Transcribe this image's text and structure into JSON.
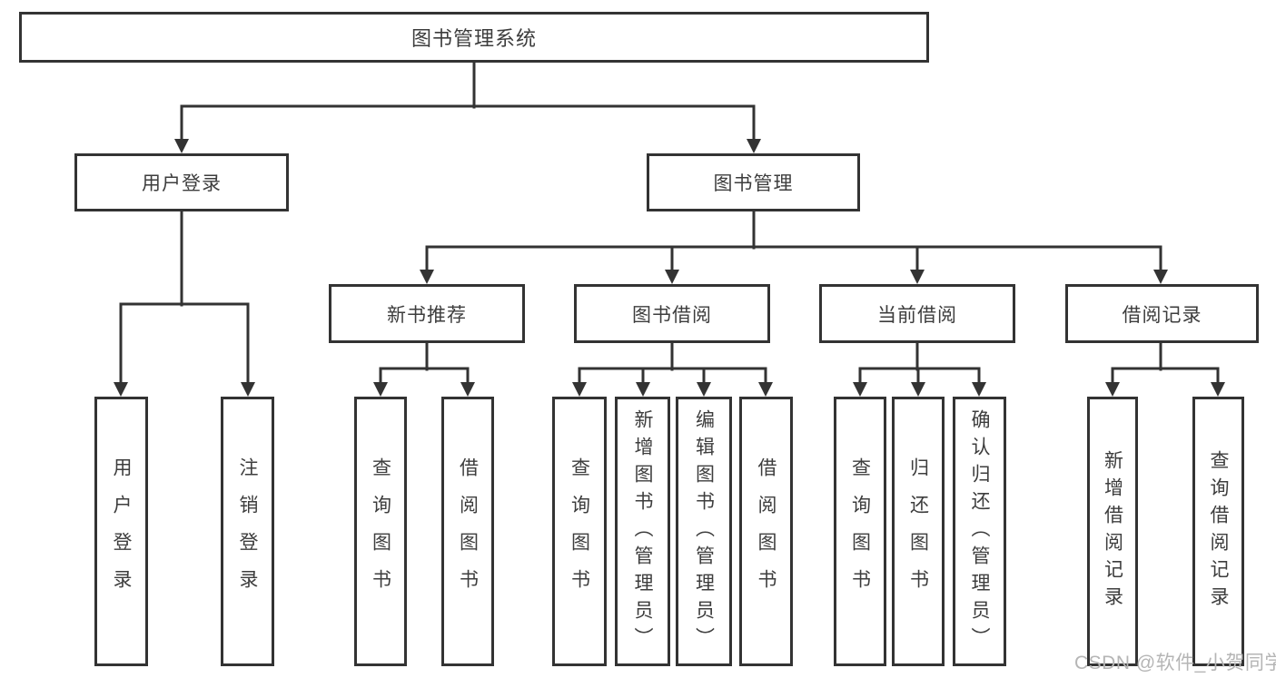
{
  "diagram": {
    "root": {
      "label": "图书管理系统"
    },
    "left_branch": {
      "label": "用户登录",
      "children": [
        {
          "label": "用户登录"
        },
        {
          "label": "注销登录"
        }
      ]
    },
    "right_branch": {
      "label": "图书管理",
      "groups": [
        {
          "label": "新书推荐",
          "children": [
            {
              "label": "查询图书"
            },
            {
              "label": "借阅图书"
            }
          ]
        },
        {
          "label": "图书借阅",
          "children": [
            {
              "label": "查询图书"
            },
            {
              "label": "新增图书（管理员）"
            },
            {
              "label": "编辑图书（管理员）"
            },
            {
              "label": "借阅图书"
            }
          ]
        },
        {
          "label": "当前借阅",
          "children": [
            {
              "label": "查询图书"
            },
            {
              "label": "归还图书"
            },
            {
              "label": "确认归还（管理员）"
            }
          ]
        },
        {
          "label": "借阅记录",
          "children": [
            {
              "label": "新增借阅记录"
            },
            {
              "label": "查询借阅记录"
            }
          ]
        }
      ]
    }
  },
  "watermark": {
    "text": "CSDN @软件_小贺同学"
  },
  "colors": {
    "line": "#333333",
    "box_border": "#333333",
    "text": "#3d3d3d",
    "watermark": "#b5b5b5",
    "background": "#ffffff"
  }
}
